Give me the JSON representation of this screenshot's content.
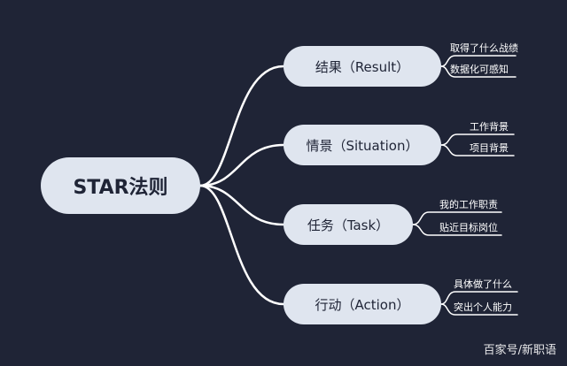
{
  "root": {
    "label": "STAR法则"
  },
  "branches": [
    {
      "label": "结果（Result）",
      "leaves": [
        "取得了什么战绩",
        "数据化可感知"
      ]
    },
    {
      "label": "情景（Situation）",
      "leaves": [
        "工作背景",
        "项目背景"
      ]
    },
    {
      "label": "任务（Task）",
      "leaves": [
        "我的工作职责",
        "贴近目标岗位"
      ]
    },
    {
      "label": "行动（Action）",
      "leaves": [
        "具体做了什么",
        "突出个人能力"
      ]
    }
  ],
  "watermark": "百家号/新职语",
  "colors": {
    "background": "#1f2436",
    "node_fill": "#dfe5ef",
    "connector": "#ffffff"
  }
}
